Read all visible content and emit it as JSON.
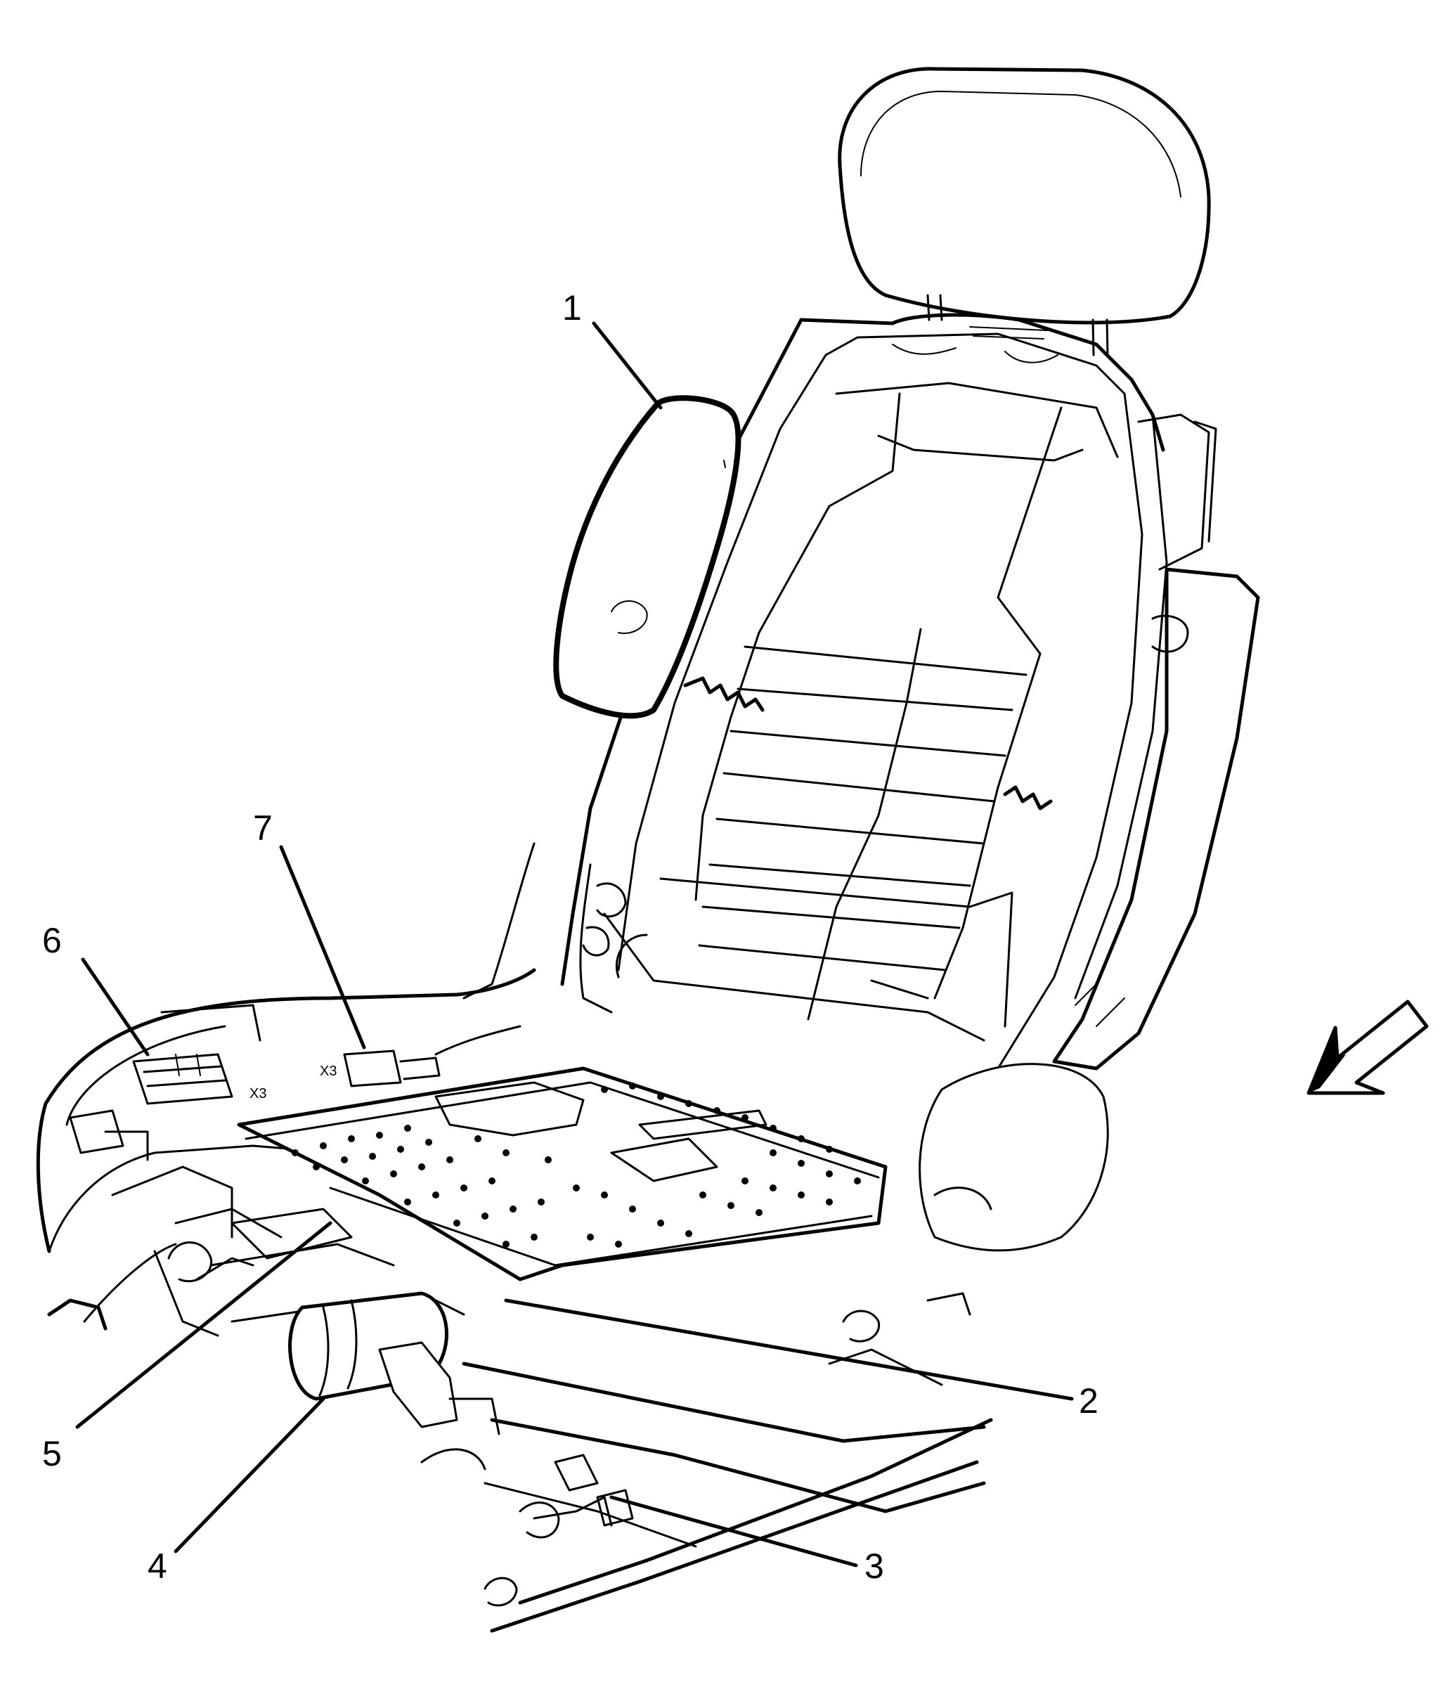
{
  "callouts": [
    {
      "id": "1",
      "label": "1"
    },
    {
      "id": "2",
      "label": "2"
    },
    {
      "id": "3",
      "label": "3"
    },
    {
      "id": "4",
      "label": "4"
    },
    {
      "id": "5",
      "label": "5"
    },
    {
      "id": "6",
      "label": "6"
    },
    {
      "id": "7",
      "label": "7"
    }
  ],
  "connector_marks": {
    "mark_a": "X3",
    "mark_b": "X3"
  },
  "colors": {
    "line": "#000000",
    "background": "#ffffff"
  },
  "icons": {
    "direction_arrow": "front-direction-arrow-icon"
  }
}
